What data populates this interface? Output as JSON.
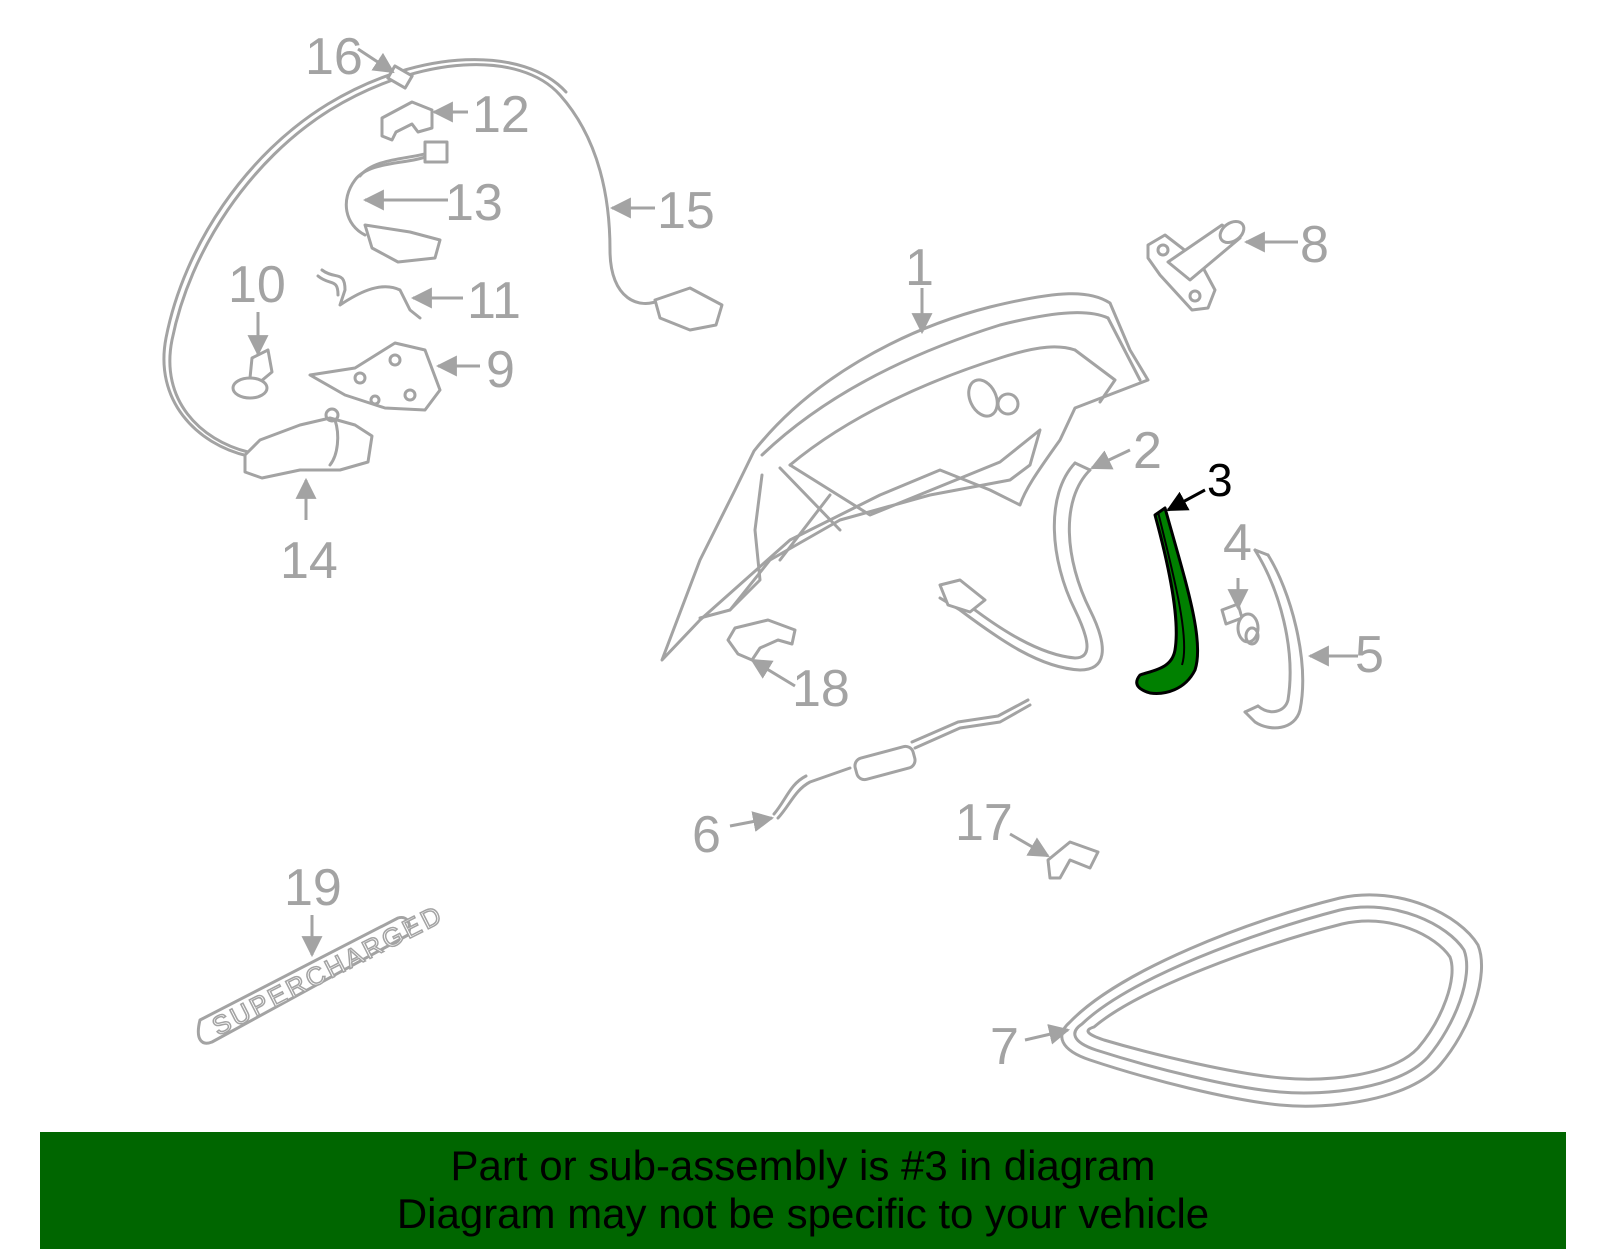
{
  "callouts": [
    "1",
    "2",
    "3",
    "4",
    "5",
    "6",
    "7",
    "8",
    "9",
    "10",
    "11",
    "12",
    "13",
    "14",
    "15",
    "16",
    "17",
    "18",
    "19"
  ],
  "highlighted_callout": "3",
  "emblem_text": "SUPERCHARGED",
  "footer": {
    "line1": "Part or sub-assembly is #3 in diagram",
    "line2": "Diagram may not be specific to your vehicle"
  },
  "colors": {
    "part_stroke": "#a3a3a3",
    "highlight_fill": "#008000",
    "footer_band": "#006600"
  }
}
